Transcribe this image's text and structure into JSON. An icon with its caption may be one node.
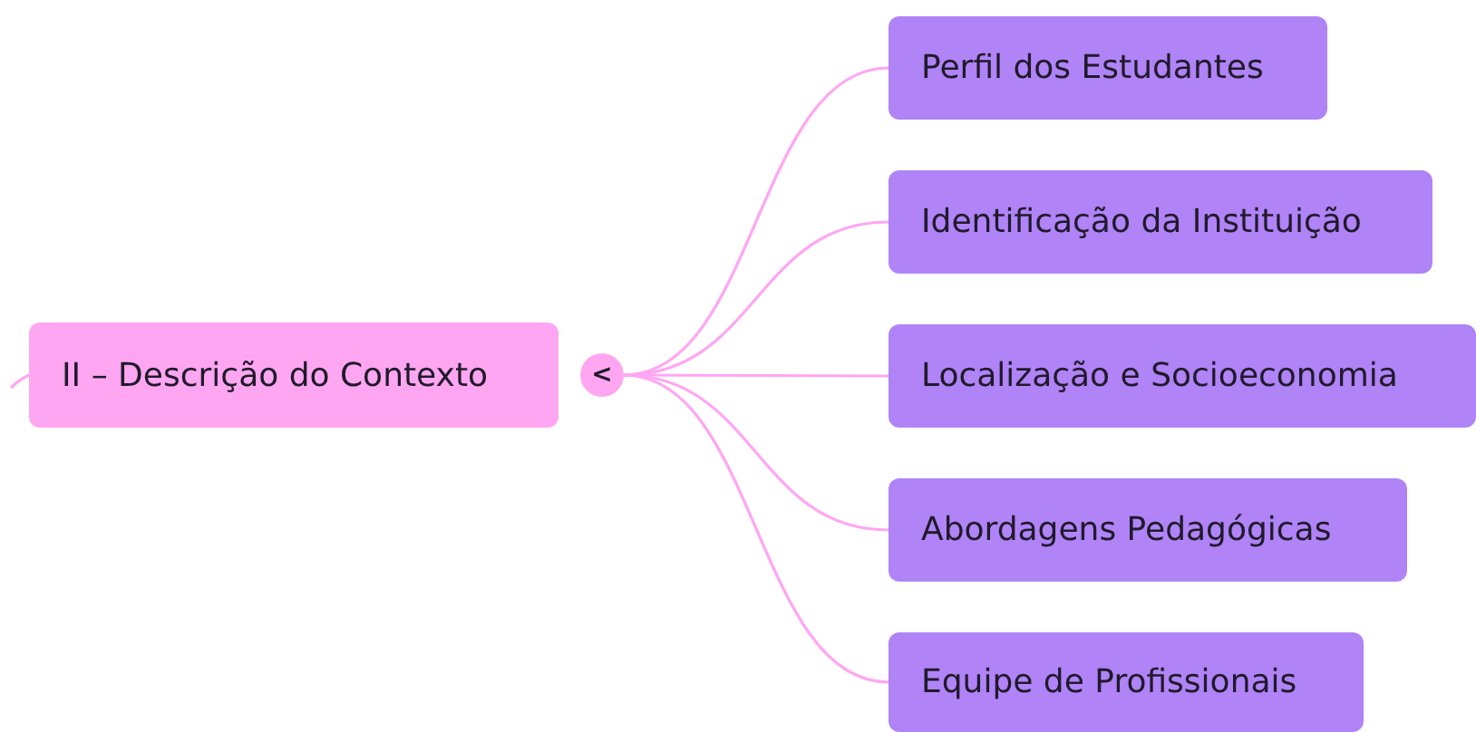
{
  "diagram": {
    "nodes": [
      {
        "text": [
          "II – Descrição do Contexto"
        ]
      },
      {
        "text": [
          "<"
        ]
      },
      {
        "text": [
          "Perfil dos Estudantes"
        ]
      },
      {
        "text": [
          "Identificação da Instituição"
        ]
      },
      {
        "text": [
          "Localização e Socioeconomia"
        ]
      },
      {
        "text": [
          "Abordagens Pedagógicas"
        ]
      },
      {
        "text": [
          "Equipe de Profissionais"
        ]
      }
    ],
    "edges": [
      {
        "from": null,
        "to": 0,
        "arrow": "none"
      },
      {
        "from": 1,
        "to": 2,
        "arrow": "none"
      },
      {
        "from": 1,
        "to": 3,
        "arrow": "none"
      },
      {
        "from": 1,
        "to": 4,
        "arrow": "none"
      },
      {
        "from": 1,
        "to": 5,
        "arrow": "none"
      },
      {
        "from": 1,
        "to": 6,
        "arrow": "none"
      }
    ]
  }
}
